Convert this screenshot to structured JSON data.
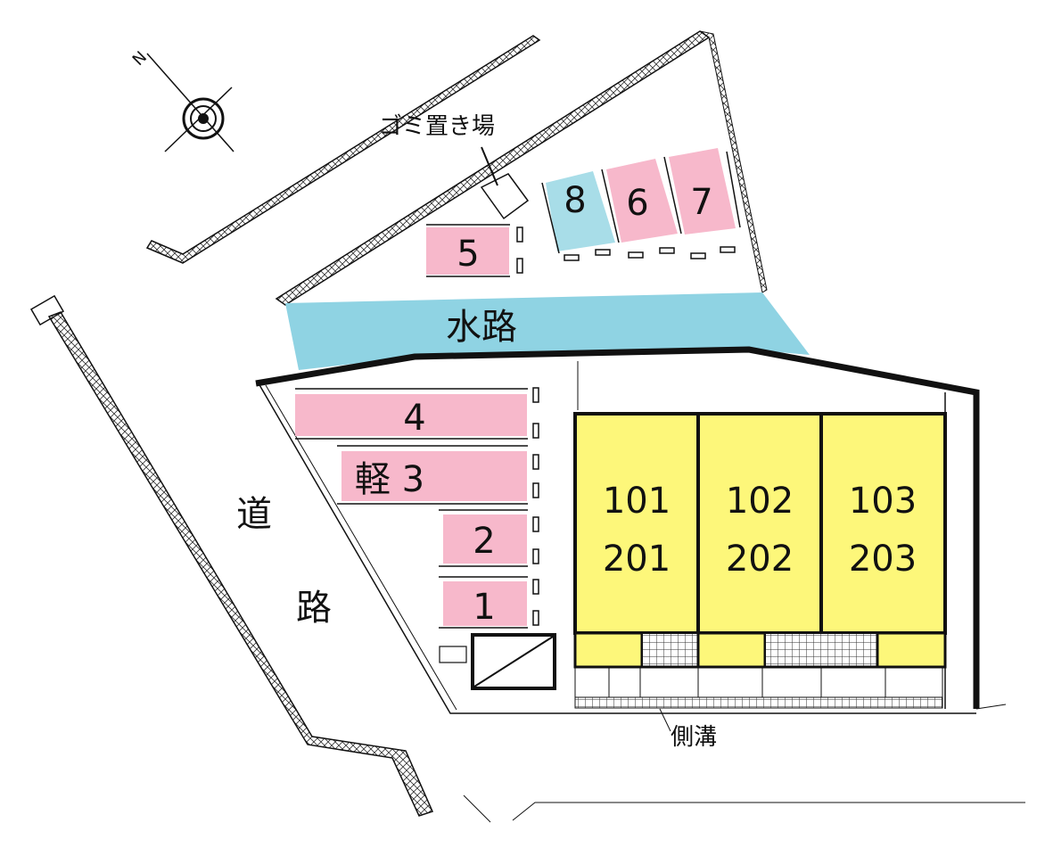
{
  "labels": {
    "garbage": "ゴミ置き場",
    "waterway": "水路",
    "road_1": "道",
    "road_2": "路",
    "gutter": "側溝",
    "compass_n": "N"
  },
  "parking": [
    {
      "id": "p8",
      "label": "8",
      "color": "#a8dde8"
    },
    {
      "id": "p6",
      "label": "6",
      "color": "#f7b8cb"
    },
    {
      "id": "p7",
      "label": "7",
      "color": "#f7b8cb"
    },
    {
      "id": "p5",
      "label": "5",
      "color": "#f7b8cb"
    },
    {
      "id": "p4",
      "label": "4",
      "color": "#f7b8cb"
    },
    {
      "id": "p3",
      "label": "軽 3",
      "color": "#f7b8cb"
    },
    {
      "id": "p2",
      "label": "2",
      "color": "#f7b8cb"
    },
    {
      "id": "p1",
      "label": "1",
      "color": "#f7b8cb"
    }
  ],
  "units": [
    {
      "id": "u1",
      "top": "101",
      "bottom": "201"
    },
    {
      "id": "u2",
      "top": "102",
      "bottom": "202"
    },
    {
      "id": "u3",
      "top": "103",
      "bottom": "203"
    }
  ],
  "colors": {
    "building": "#fdf77a",
    "waterway": "#8fd3e3",
    "parking_pink": "#f7b8cb",
    "parking_blue": "#a8dde8",
    "line": "#111111"
  }
}
